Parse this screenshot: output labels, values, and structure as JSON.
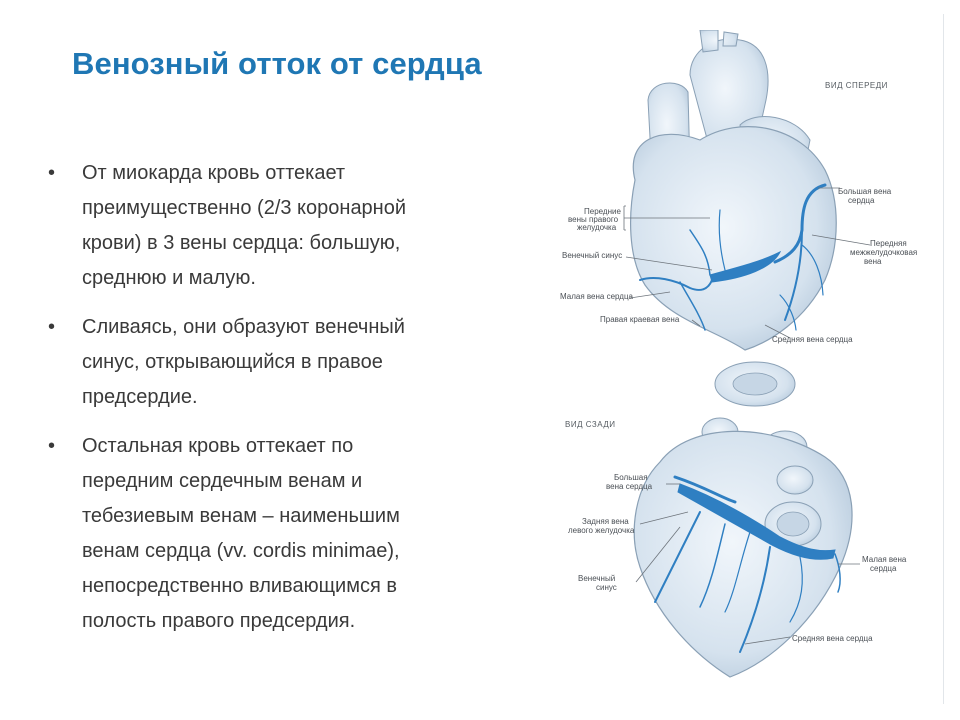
{
  "slide": {
    "title": "Венозный отток от сердца",
    "bullets": [
      {
        "lines": [
          "От миокарда кровь оттекает",
          "преимущественно (2/3 коронарной",
          "крови) в 3 вены сердца: большую,",
          "среднюю и малую."
        ]
      },
      {
        "lines": [
          "Сливаясь, они образуют венечный",
          "синус, открывающийся в правое",
          "предсердие."
        ]
      },
      {
        "lines": [
          "Остальная кровь оттекает по",
          "передним сердечным венам и",
          "тебезиевым венам – наименьшим",
          "венам сердца (vv. cordis minimae),",
          "непосредственно вливающимся в",
          "полость правого предсердия."
        ]
      }
    ]
  },
  "figure_front": {
    "view_label": "ВИД СПЕРЕДИ",
    "labels": {
      "anterior_right": [
        "Передние",
        "вены правого",
        "желудочка"
      ],
      "coronary_sinus": "Венечный синус",
      "small_vein": "Малая вена сердца",
      "right_marginal": "Правая краевая вена",
      "great_vein": [
        "Большая вена",
        "сердца"
      ],
      "anterior_interventricular": [
        "Передняя",
        "межжелудочковая",
        "вена"
      ],
      "middle_vein": "Средняя вена сердца"
    }
  },
  "figure_back": {
    "view_label": "ВИД СЗАДИ",
    "labels": {
      "great_vein": [
        "Большая",
        "вена сердца"
      ],
      "posterior_lv": [
        "Задняя вена",
        "левого желудочка"
      ],
      "coronary_sinus": [
        "Венечный",
        "синус"
      ],
      "small_vein": [
        "Малая вена",
        "сердца"
      ],
      "middle_vein": "Средняя вена сердца"
    }
  },
  "colors": {
    "title": "#1f77b4",
    "body_text": "#3a3a3a",
    "vein": "#2f7fc2",
    "heart_fill": "#d7e3ef",
    "heart_stroke": "#8aa0b5"
  }
}
